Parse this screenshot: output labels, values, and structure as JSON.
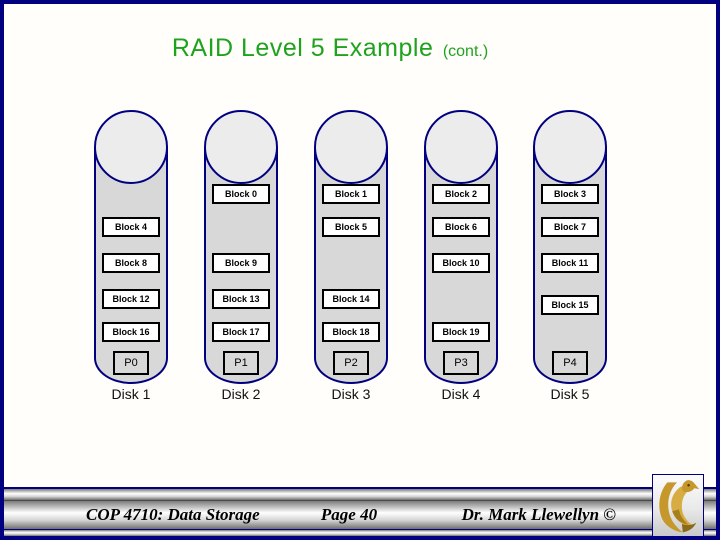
{
  "slide": {
    "title": "RAID Level 5 Example",
    "title_suffix": "(cont.)"
  },
  "diagram": {
    "description": "RAID level 5 block layout across five disk cylinders",
    "disks": [
      {
        "label": "Disk 1",
        "parity": "P0",
        "blocks": [
          {
            "row": 2,
            "label": "Block 4"
          },
          {
            "row": 3,
            "label": "Block 8"
          },
          {
            "row": 4,
            "label": "Block 12"
          },
          {
            "row": 5,
            "label": "Block 16"
          }
        ]
      },
      {
        "label": "Disk 2",
        "parity": "P1",
        "blocks": [
          {
            "row": 1,
            "label": "Block 0"
          },
          {
            "row": 3,
            "label": "Block 9"
          },
          {
            "row": 4,
            "label": "Block 13"
          },
          {
            "row": 5,
            "label": "Block 17"
          }
        ]
      },
      {
        "label": "Disk 3",
        "parity": "P2",
        "blocks": [
          {
            "row": 1,
            "label": "Block 1"
          },
          {
            "row": 2,
            "label": "Block 5"
          },
          {
            "row": 4,
            "label": "Block 14"
          },
          {
            "row": 5,
            "label": "Block 18"
          }
        ]
      },
      {
        "label": "Disk 4",
        "parity": "P3",
        "blocks": [
          {
            "row": 1,
            "label": "Block 2"
          },
          {
            "row": 2,
            "label": "Block 6"
          },
          {
            "row": 3,
            "label": "Block 10"
          },
          {
            "row": 5,
            "label": "Block 19"
          }
        ]
      },
      {
        "label": "Disk 5",
        "parity": "P4",
        "blocks": [
          {
            "row": 1,
            "label": "Block 3"
          },
          {
            "row": 2,
            "label": "Block 7"
          },
          {
            "row": 3,
            "label": "Block 11"
          },
          {
            "row": 4,
            "label": "Block 15"
          }
        ]
      }
    ]
  },
  "footer": {
    "course": "COP 4710: Data Storage",
    "page": "Page 40",
    "author": "Dr. Mark Llewellyn ©",
    "logo_icon": "ucf-pegasus-logo"
  },
  "colors": {
    "title_green": "#1fa31f",
    "cylinder_border": "#000080",
    "cylinder_body": "#d8d8d8",
    "cylinder_top": "#ececec",
    "slide_border": "#000080",
    "logo_gold": "#c6982c"
  }
}
